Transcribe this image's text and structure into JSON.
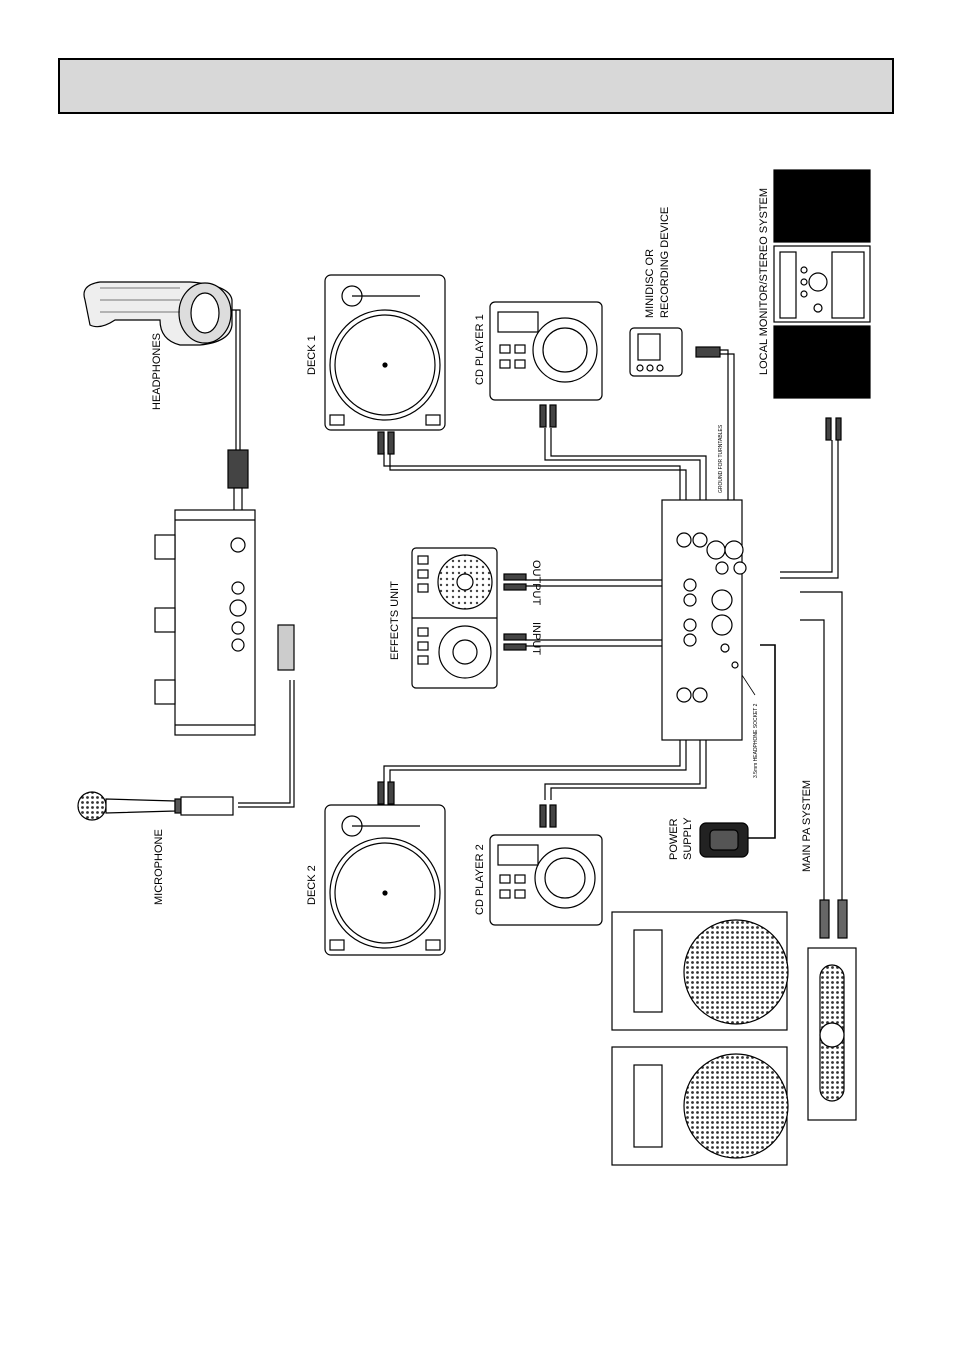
{
  "header": {
    "title": ""
  },
  "labels": {
    "headphones": "HEADPHONES",
    "deck1": "DECK 1",
    "deck2": "DECK 2",
    "cd1": "CD PLAYER 1",
    "cd2": "CD PLAYER 2",
    "minidisc_line1": "MINIDISC OR",
    "minidisc_line2": "RECORDING DEVICE",
    "local_monitor": "LOCAL MONITOR/STEREO SYSTEM",
    "effects_unit": "EFFECTS UNIT",
    "output": "OUTPUT",
    "input": "INPUT",
    "microphone": "MICROPHONE",
    "power_line1": "POWER",
    "power_line2": "SUPPLY",
    "main_pa": "MAIN PA SYSTEM",
    "ground": "GROUND FOR TURNTABLES",
    "headphone_socket": "3.5mm HEADPHONE SOCKET 2"
  },
  "colors": {
    "header_fill": "#d8d8d8",
    "line": "#000000",
    "speaker_cone": "#555555"
  }
}
